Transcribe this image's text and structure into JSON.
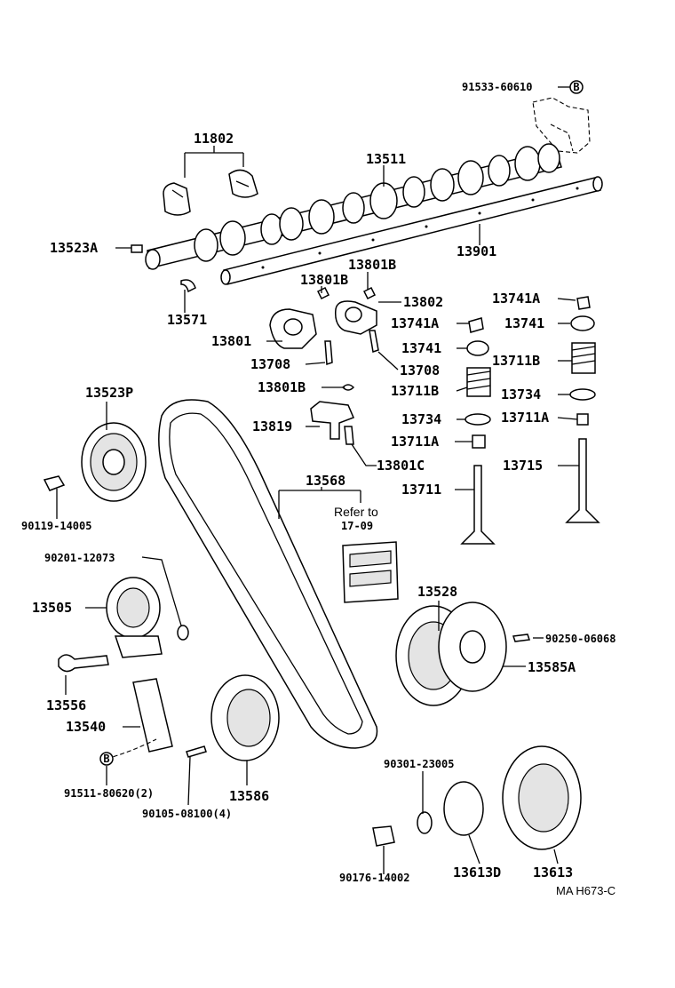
{
  "diagram": {
    "drawing_code": "MA H673-C",
    "refer_note": {
      "line1": "Refer to",
      "line2": "17-09"
    },
    "bolt_badge": "B",
    "labels": {
      "p91533_60610": "91533-60610",
      "p11802": "11802",
      "p13511": "13511",
      "p13523A": "13523A",
      "p13901": "13901",
      "p13801B_1": "13801B",
      "p13801B_2": "13801B",
      "p13802": "13802",
      "p13571": "13571",
      "p13801": "13801",
      "p13708_1": "13708",
      "p13708_2": "13708",
      "p13801B_3": "13801B",
      "p13741A_1": "13741A",
      "p13741A_2": "13741A",
      "p13741_1": "13741",
      "p13741_2": "13741",
      "p13711B_1": "13711B",
      "p13711B_2": "13711B",
      "p13734_1": "13734",
      "p13734_2": "13734",
      "p13711A_1": "13711A",
      "p13711A_2": "13711A",
      "p13819": "13819",
      "p13801C": "13801C",
      "p13715": "13715",
      "p13711": "13711",
      "p13523P": "13523P",
      "p13568": "13568",
      "p90119_14005": "90119-14005",
      "p90201_12073": "90201-12073",
      "p13505": "13505",
      "p13528": "13528",
      "p90250_06068": "90250-06068",
      "p13585A": "13585A",
      "p13556": "13556",
      "p13540": "13540",
      "p90301_23005": "90301-23005",
      "p91511_80620": "91511-80620(2)",
      "p90105_08100": "90105-08100(4)",
      "p13586": "13586",
      "p90176_14002": "90176-14002",
      "p13613D": "13613D",
      "p13613": "13613"
    }
  }
}
